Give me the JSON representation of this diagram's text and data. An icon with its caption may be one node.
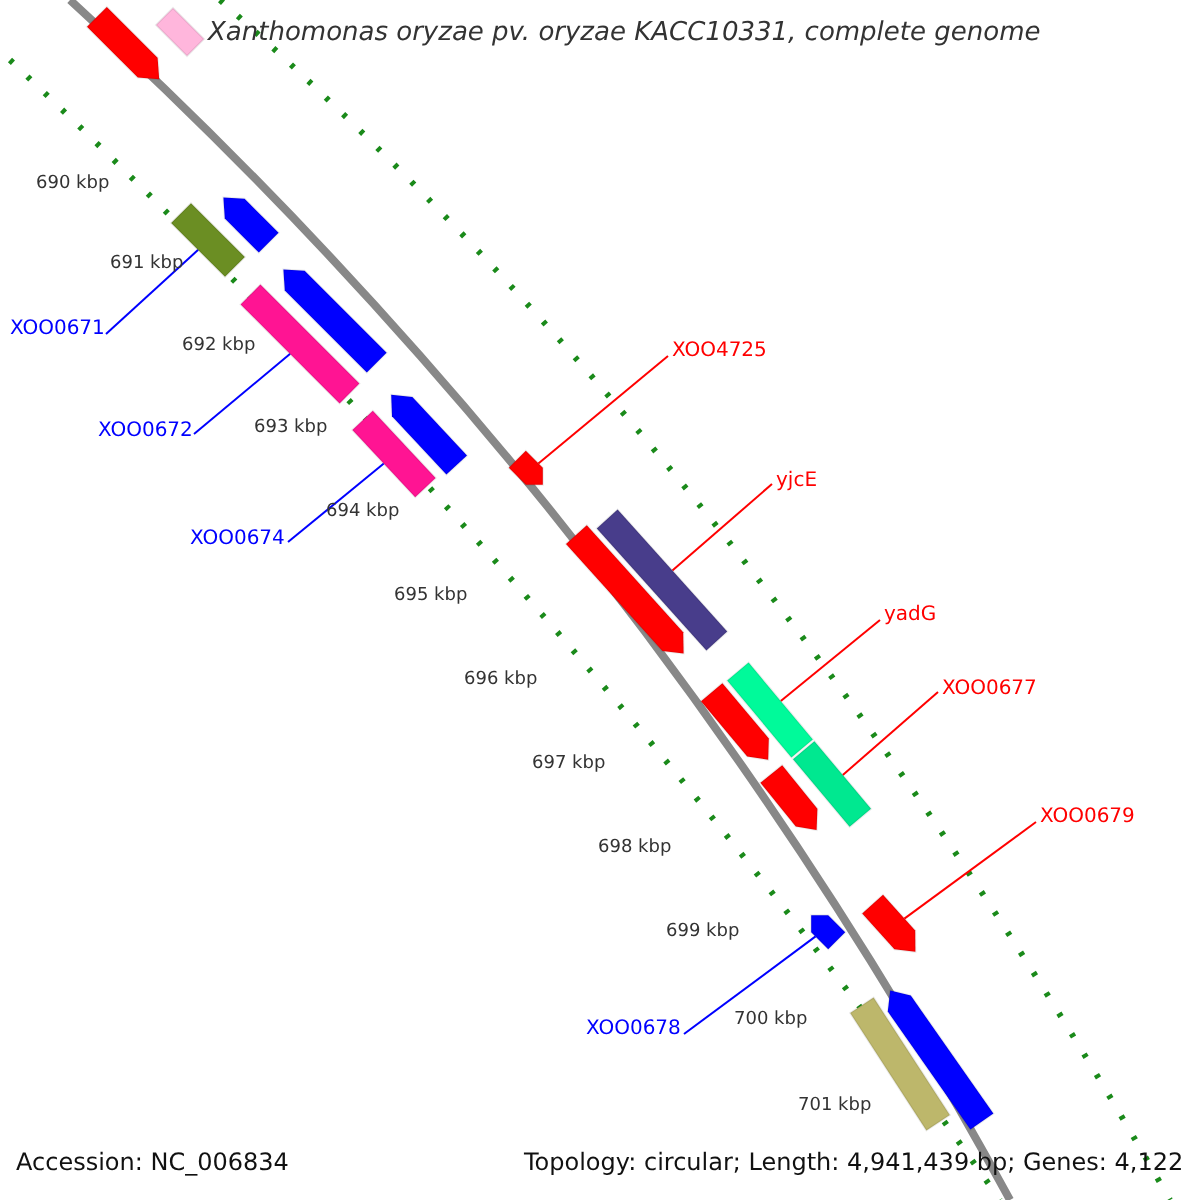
{
  "diagram": {
    "title": "Xanthomonas oryzae pv. oryzae KACC10331, complete genome",
    "nodes": [
      {
        "text": [
          "XOO0671"
        ]
      },
      {
        "text": [
          "XOO0672"
        ]
      },
      {
        "text": [
          "XOO0674"
        ]
      },
      {
        "text": [
          "XOO4725"
        ]
      },
      {
        "text": [
          "yjcE"
        ]
      },
      {
        "text": [
          "yadG"
        ]
      },
      {
        "text": [
          "XOO0677"
        ]
      },
      {
        "text": [
          "XOO0679"
        ]
      },
      {
        "text": [
          "XOO0678"
        ]
      },
      {
        "text": [],
        "shape": "bar"
      },
      {
        "text": [],
        "shape": "bar"
      },
      {
        "text": [],
        "shape": "bar"
      },
      {
        "text": [],
        "shape": "bar"
      },
      {
        "text": [],
        "shape": "bar"
      },
      {
        "text": [],
        "shape": "bar"
      },
      {
        "text": [],
        "shape": "bar"
      },
      {
        "text": [],
        "shape": "bar"
      },
      {
        "text": [],
        "shape": "bar"
      },
      {
        "text": [],
        "shape": "bar"
      },
      {
        "text": [],
        "shape": "bar"
      },
      {
        "text": [],
        "shape": "bar"
      },
      {
        "text": [],
        "shape": "bar"
      },
      {
        "text": [],
        "shape": "bar"
      },
      {
        "text": [],
        "shape": "bar"
      },
      {
        "text": [],
        "shape": "bar"
      },
      {
        "text": [],
        "shape": "bar"
      },
      {
        "text": [],
        "shape": "bar"
      },
      {
        "text": [],
        "shape": "bar"
      }
    ],
    "edges": [
      {
        "from": 0,
        "to": 9,
        "arrow": "none",
        "color": "#0000ff"
      },
      {
        "from": 1,
        "to": 10,
        "arrow": "none",
        "color": "#0000ff"
      },
      {
        "from": 2,
        "to": 11,
        "arrow": "none",
        "color": "#0000ff"
      },
      {
        "from": 3,
        "to": 12,
        "arrow": "none"
      },
      {
        "from": 4,
        "to": 13,
        "arrow": "none"
      },
      {
        "from": 5,
        "to": 14,
        "arrow": "none"
      },
      {
        "from": 6,
        "to": 15,
        "arrow": "none"
      },
      {
        "from": 7,
        "to": 16,
        "arrow": "none"
      },
      {
        "from": 8,
        "to": 17,
        "arrow": "none",
        "color": "#0000ff"
      }
    ],
    "labels": [
      "690 kbp",
      "691 kbp",
      "692 kbp",
      "693 kbp",
      "694 kbp",
      "695 kbp",
      "696 kbp",
      "697 kbp",
      "698 kbp",
      "699 kbp",
      "700 kbp",
      "701 kbp",
      "Accession: NC_006834",
      "Topology: circular; Length: 4,941,439 bp; Genes: 4,122"
    ]
  }
}
